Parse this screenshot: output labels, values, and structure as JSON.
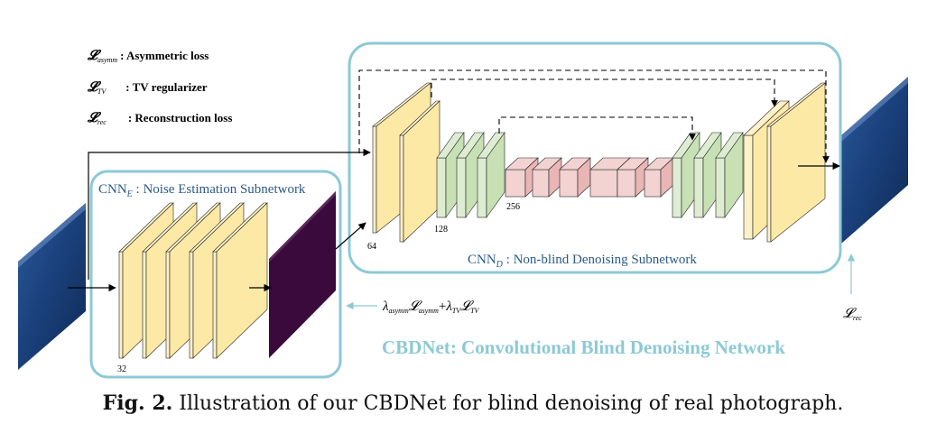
{
  "legend": {
    "items": [
      {
        "symbol": "𝓛",
        "sub": "asymm",
        "desc": ": Asymmetric loss"
      },
      {
        "symbol": "𝓛",
        "sub": "TV",
        "desc": ": TV regularizer"
      },
      {
        "symbol": "𝓛",
        "sub": "rec",
        "desc": ": Reconstruction loss"
      }
    ]
  },
  "cnn_e": {
    "name": "CNN",
    "sub": "E",
    "title": " : Noise Estimation Subnetwork",
    "channels": "32"
  },
  "cnn_d": {
    "name": "CNN",
    "sub": "D",
    "title": " : Non-blind Denoising Subnetwork",
    "channels": [
      "64",
      "128",
      "256"
    ]
  },
  "loss_formula": {
    "lambda1": "λ",
    "sub1": "asymm",
    "L1": "𝓛",
    "sub1b": "asymm",
    "plus": "+",
    "lambda2": "λ",
    "sub2": "TV",
    "L2": "𝓛",
    "sub2b": "TV"
  },
  "rec_label": {
    "L": "𝓛",
    "sub": "rec"
  },
  "network_name": "CBDNet: Convolutional Blind Denoising Network",
  "caption": {
    "prefix": "Fig. 2.",
    "text": " Illustration of our CBDNet for blind denoising of real photograph."
  },
  "colors": {
    "frame": "#8cc9d6",
    "yellow_face": "#fde9a6",
    "yellow_side": "#fdf1c8",
    "green_face": "#c7e0b4",
    "green_side": "#deedd2",
    "pink_face": "#e9b5b5",
    "pink_side": "#f3d2d2",
    "noise_map": "#3a0a3c",
    "title_blue": "#8cc9d6",
    "subtitle_blue": "#2a5a8a"
  }
}
